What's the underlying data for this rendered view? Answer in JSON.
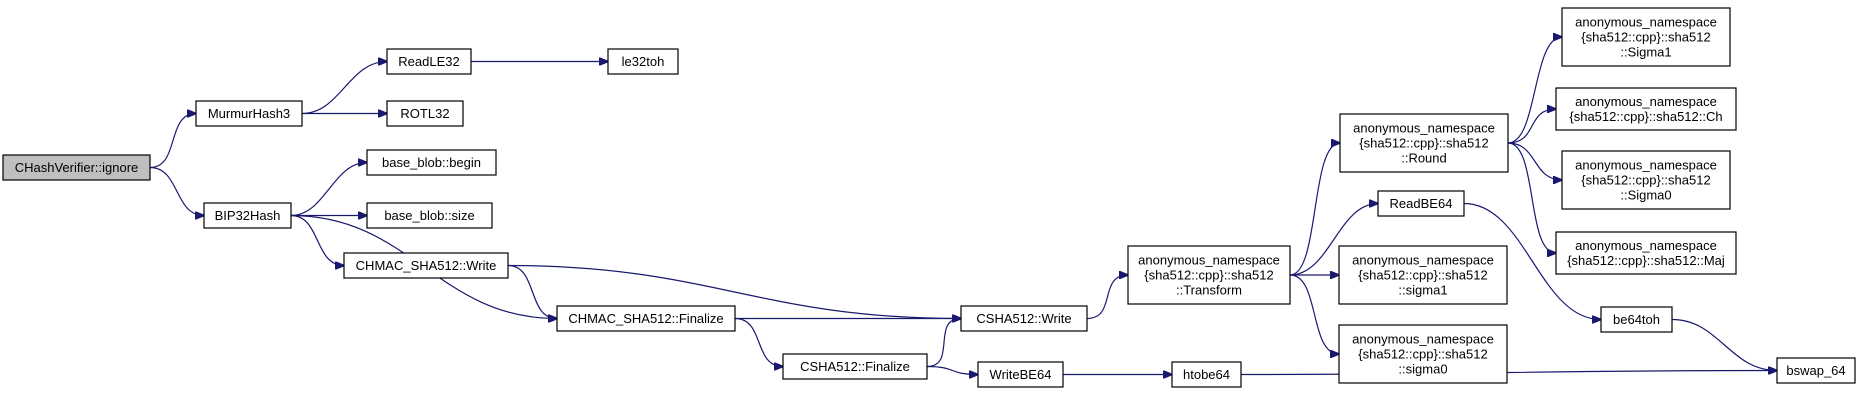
{
  "colors": {
    "edge": "#191970",
    "node_border": "#000000",
    "root_fill": "#bfbfbf",
    "node_fill": "#ffffff"
  },
  "nodes": {
    "root": [
      "CHashVerifier::ignore"
    ],
    "murmur": [
      "MurmurHash3"
    ],
    "readle": [
      "ReadLE32"
    ],
    "le32toh": [
      "le32toh"
    ],
    "rotl": [
      "ROTL32"
    ],
    "bip32": [
      "BIP32Hash"
    ],
    "begin": [
      "base_blob::begin"
    ],
    "size": [
      "base_blob::size"
    ],
    "hmacwrite": [
      "CHMAC_SHA512::Write"
    ],
    "hmacfinal": [
      "CHMAC_SHA512::Finalize"
    ],
    "shafinal": [
      "CSHA512::Finalize"
    ],
    "shawrite": [
      "CSHA512::Write"
    ],
    "writebe": [
      "WriteBE64"
    ],
    "htobe": [
      "htobe64"
    ],
    "transform": [
      "anonymous_namespace",
      "{sha512::cpp}::sha512",
      "::Transform"
    ],
    "round": [
      "anonymous_namespace",
      "{sha512::cpp}::sha512",
      "::Round"
    ],
    "readbe": [
      "ReadBE64"
    ],
    "lsigma1": [
      "anonymous_namespace",
      "{sha512::cpp}::sha512",
      "::sigma1"
    ],
    "lsigma0": [
      "anonymous_namespace",
      "{sha512::cpp}::sha512",
      "::sigma0"
    ],
    "usigma1": [
      "anonymous_namespace",
      "{sha512::cpp}::sha512",
      "::Sigma1"
    ],
    "ch": [
      "anonymous_namespace",
      "{sha512::cpp}::sha512::Ch"
    ],
    "usigma0": [
      "anonymous_namespace",
      "{sha512::cpp}::sha512",
      "::Sigma0"
    ],
    "maj": [
      "anonymous_namespace",
      "{sha512::cpp}::sha512::Maj"
    ],
    "be64toh": [
      "be64toh"
    ],
    "bswap": [
      "bswap_64"
    ]
  },
  "edges": [
    [
      "root",
      "murmur"
    ],
    [
      "root",
      "bip32"
    ],
    [
      "murmur",
      "readle"
    ],
    [
      "murmur",
      "rotl"
    ],
    [
      "readle",
      "le32toh"
    ],
    [
      "bip32",
      "begin"
    ],
    [
      "bip32",
      "size"
    ],
    [
      "bip32",
      "hmacwrite"
    ],
    [
      "bip32",
      "hmacfinal"
    ],
    [
      "hmacwrite",
      "hmacfinal"
    ],
    [
      "hmacwrite",
      "shawrite"
    ],
    [
      "hmacfinal",
      "shawrite"
    ],
    [
      "hmacfinal",
      "shafinal"
    ],
    [
      "shafinal",
      "shawrite"
    ],
    [
      "shafinal",
      "writebe"
    ],
    [
      "shawrite",
      "transform"
    ],
    [
      "writebe",
      "htobe"
    ],
    [
      "htobe",
      "bswap"
    ],
    [
      "transform",
      "round"
    ],
    [
      "transform",
      "readbe"
    ],
    [
      "transform",
      "lsigma1"
    ],
    [
      "transform",
      "lsigma0"
    ],
    [
      "round",
      "usigma1"
    ],
    [
      "round",
      "ch"
    ],
    [
      "round",
      "usigma0"
    ],
    [
      "round",
      "maj"
    ],
    [
      "readbe",
      "be64toh"
    ],
    [
      "be64toh",
      "bswap"
    ]
  ]
}
